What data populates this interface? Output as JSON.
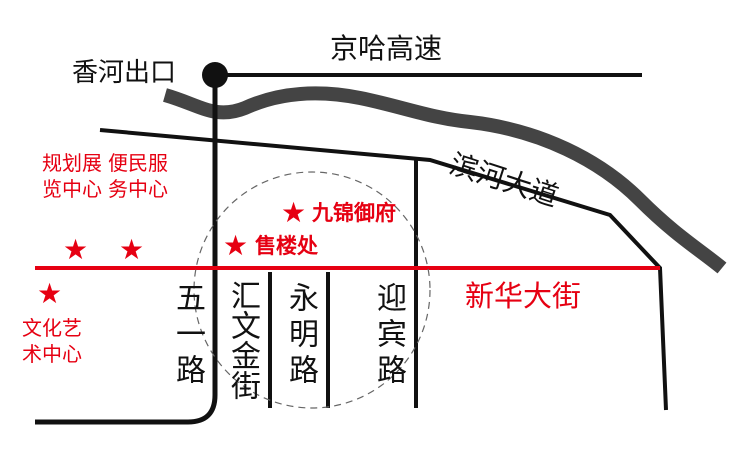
{
  "roads": {
    "expressway": "京哈高速",
    "exit": "香河出口",
    "riverside": "滨河大道",
    "main_street": "新华大街",
    "wuyi": "五一路",
    "huiwen": "汇文金街",
    "yongming": "永明路",
    "yingbin": "迎宾路"
  },
  "pois": {
    "planning": "规划展览中心",
    "service": "便民服务中心",
    "culture": "文化艺术中心",
    "sales": "售楼处",
    "project": "九锦御府"
  },
  "colors": {
    "accent": "#e60012",
    "road": "#111111",
    "river": "#444444"
  }
}
